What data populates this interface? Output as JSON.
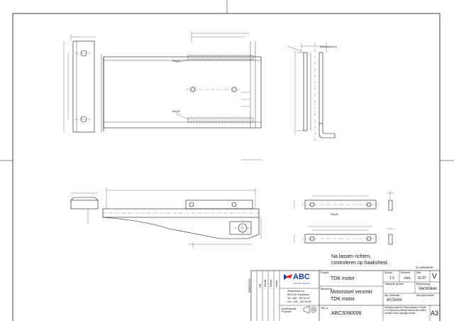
{
  "notes": {
    "line1": "Na lassen richten,",
    "line2": "controleren op haaksheid.",
    "quantity": "1x uitvoeren"
  },
  "views": {
    "section_label": "Doorsnede A-A",
    "detail_a": "Snip A",
    "detail_b": "Snip B",
    "detail_c": "Snip B"
  },
  "title_block": {
    "company_name": "ABC",
    "company_sub": "Security Systems",
    "address_1": "Stresemann 1a",
    "address_2": "5624 CK Eindhoven",
    "phone": "Tel.: 040 - 262 59 22",
    "fax": "Fax.: 040 - 262 36 36",
    "projection_label": "Amerikaanse\nProjectie",
    "project_label": "Project:",
    "project_value": "TDK motor",
    "name_label": "Benaming:",
    "name_value_1": "Motorstoel verzinkt",
    "name_value_2": "TDK motor",
    "drawing_no_label": "Tek. nr.",
    "drawing_no": "ABCS090006",
    "scale_label": "Schaal",
    "scale_value": "1:1",
    "unit_label": "Eenheid",
    "unit_value": "mm.",
    "material_label": "Mat.",
    "material_value": "St.37",
    "revision": "V",
    "tolerance_label": "Tolerantie grootte",
    "treatment_label": "Behandeling",
    "treatment_value": "Verzinken",
    "general_tol_label": "Alg. tolerantie",
    "general_tol_value": "±0,5mm",
    "surface_label": "Afw.oppervlakte",
    "copyright": "All rights reserved. Reproduction in whole or in parts is prohibited without the written consent of the copyright owner.",
    "format": "A3",
    "side_date": "08/02/2021",
    "side_initials": "HE",
    "side_paraaf": "Paraaf",
    "side_datum": "Datum",
    "side_getek": "Getek."
  },
  "colors": {
    "ink": "#111111",
    "thin": "#333333",
    "logo_red": "#d32222",
    "logo_blue": "#1a3a8a"
  }
}
